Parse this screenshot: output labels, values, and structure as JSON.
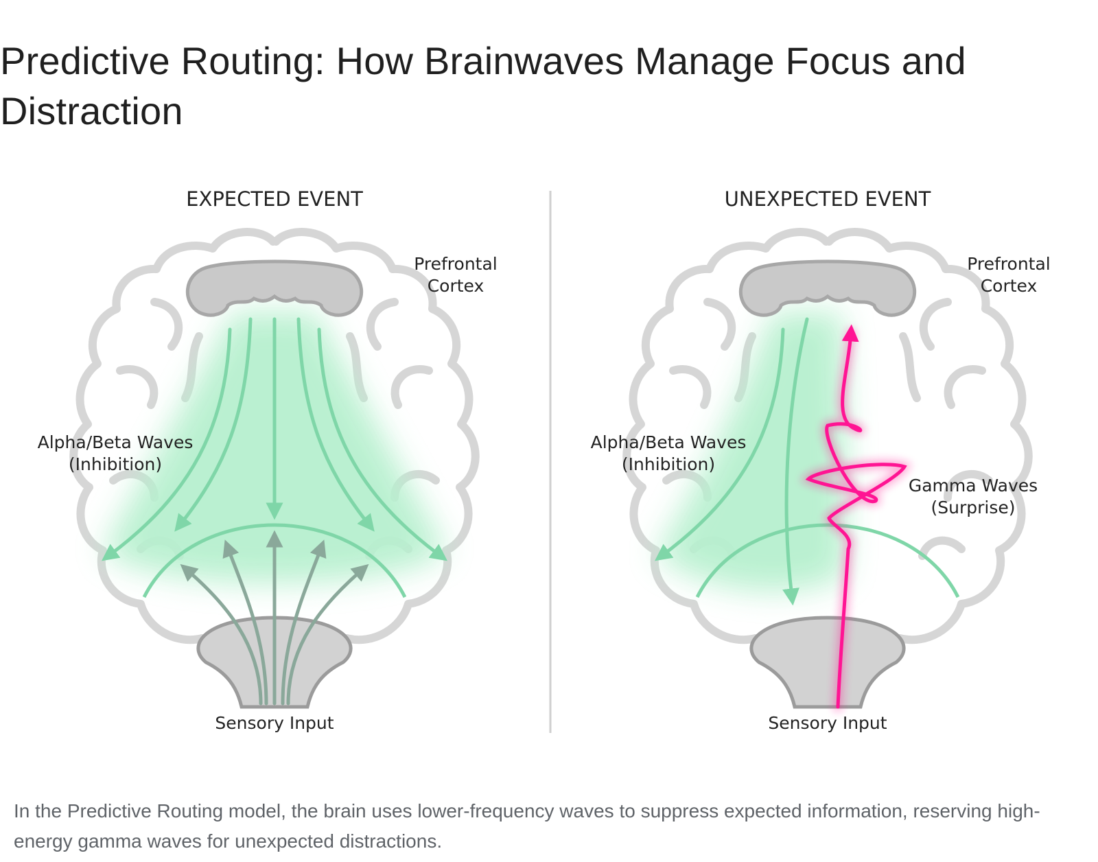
{
  "page": {
    "title": "Predictive Routing: How Brainwaves Manage Focus and Distraction",
    "caption": "In the Predictive Routing model, the brain uses lower-frequency waves to suppress expected information, reserving high-energy gamma waves for unexpected distractions."
  },
  "diagram": {
    "left_panel": {
      "heading": "EXPECTED EVENT",
      "label_prefrontal_line1": "Prefrontal",
      "label_prefrontal_line2": "Cortex",
      "label_waves_line1": "Alpha/Beta Waves",
      "label_waves_line2": "(Inhibition)",
      "label_sensory": "Sensory Input"
    },
    "right_panel": {
      "heading": "UNEXPECTED EVENT",
      "label_prefrontal_line1": "Prefrontal",
      "label_prefrontal_line2": "Cortex",
      "label_waves_line1": "Alpha/Beta Waves",
      "label_waves_line2": "(Inhibition)",
      "label_gamma_line1": "Gamma Waves",
      "label_gamma_line2": "(Surprise)",
      "label_sensory": "Sensory Input"
    },
    "colors": {
      "alpha_beta_waves": "#7fd6a8",
      "gamma_waves": "#ff1493",
      "sensory_arrows": "#8aa89a",
      "brain_outline": "#d3d3d3",
      "cortex_fill": "#c9c9c9"
    }
  }
}
